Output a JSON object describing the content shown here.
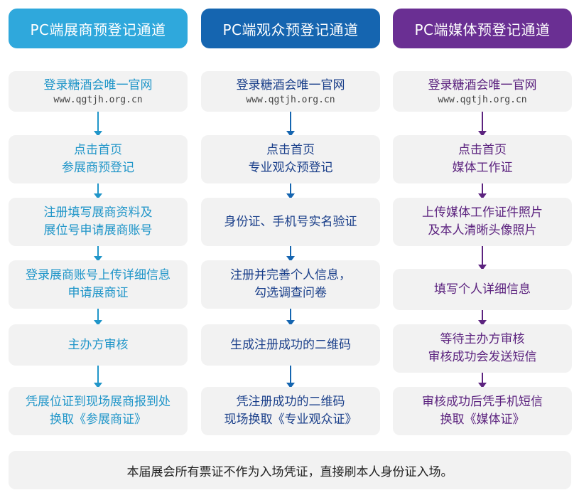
{
  "columns": [
    {
      "header": "PC端展商预登记通道",
      "steps": [
        {
          "line1": "登录糖酒会唯一官网",
          "line2": "www.qgtjh.org.cn"
        },
        {
          "line1": "点击首页",
          "line2": "参展商预登记"
        },
        {
          "line1": "注册填写展商资料及",
          "line2": "展位号申请展商账号"
        },
        {
          "line1": "登录展商账号上传详细信息",
          "line2": "申请展商证"
        },
        {
          "line1": "主办方审核",
          "line2": ""
        },
        {
          "line1": "凭展位证到现场展商报到处",
          "line2": "换取《参展商证》"
        }
      ]
    },
    {
      "header": "PC端观众预登记通道",
      "steps": [
        {
          "line1": "登录糖酒会唯一官网",
          "line2": "www.qgtjh.org.cn"
        },
        {
          "line1": "点击首页",
          "line2": "专业观众预登记"
        },
        {
          "line1": "身份证、手机号实名验证",
          "line2": ""
        },
        {
          "line1": "注册并完善个人信息，",
          "line2": "勾选调查问卷"
        },
        {
          "line1": "生成注册成功的二维码",
          "line2": ""
        },
        {
          "line1": "凭注册成功的二维码",
          "line2": "现场换取《专业观众证》"
        }
      ]
    },
    {
      "header": "PC端媒体预登记通道",
      "steps": [
        {
          "line1": "登录糖酒会唯一官网",
          "line2": "www.qgtjh.org.cn"
        },
        {
          "line1": "点击首页",
          "line2": "媒体工作证"
        },
        {
          "line1": "上传媒体工作证件照片",
          "line2": "及本人清晰头像照片"
        },
        {
          "line1": "填写个人详细信息",
          "line2": ""
        },
        {
          "line1": "等待主办方审核",
          "line2": "审核成功会发送短信"
        },
        {
          "line1": "审核成功后凭手机短信",
          "line2": "换取《媒体证》"
        }
      ]
    }
  ],
  "footer": "本届展会所有票证不作为入场凭证，直接刷本人身份证入场。",
  "colors": {
    "exhibitor_header": "#2fa8dc",
    "visitor_header": "#1565b0",
    "media_header": "#6a2f93",
    "box_background": "#f2f2f2"
  }
}
